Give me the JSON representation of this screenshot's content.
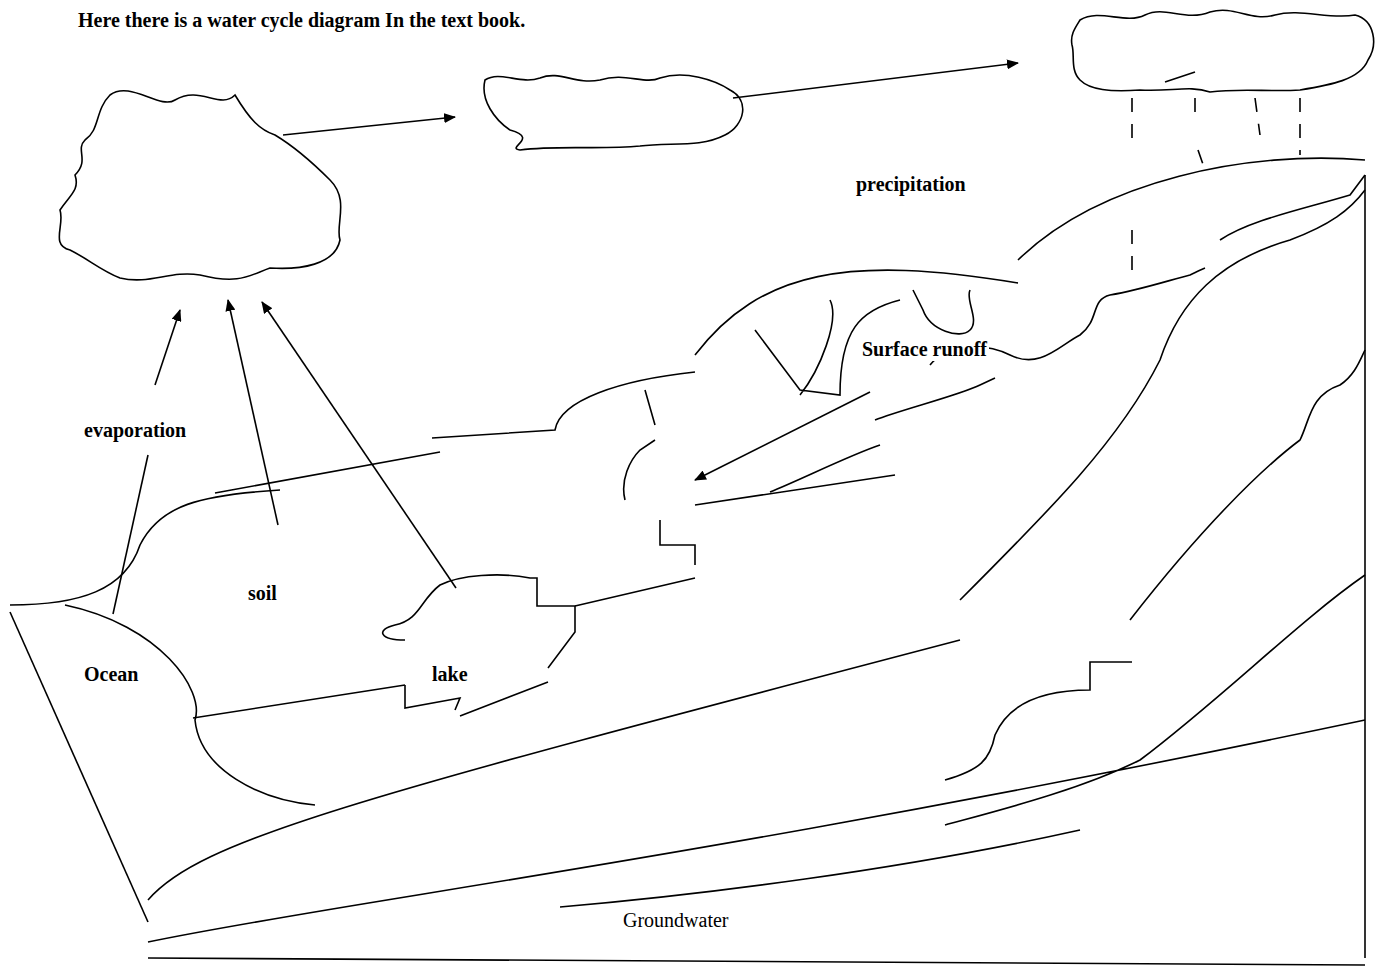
{
  "diagram": {
    "title": "Here there is a water cycle diagram In the text book.",
    "labels": [
      "precipitation",
      "Surface runoff",
      "evaporation",
      "soil",
      "Ocean",
      "lake",
      "Groundwater"
    ]
  }
}
